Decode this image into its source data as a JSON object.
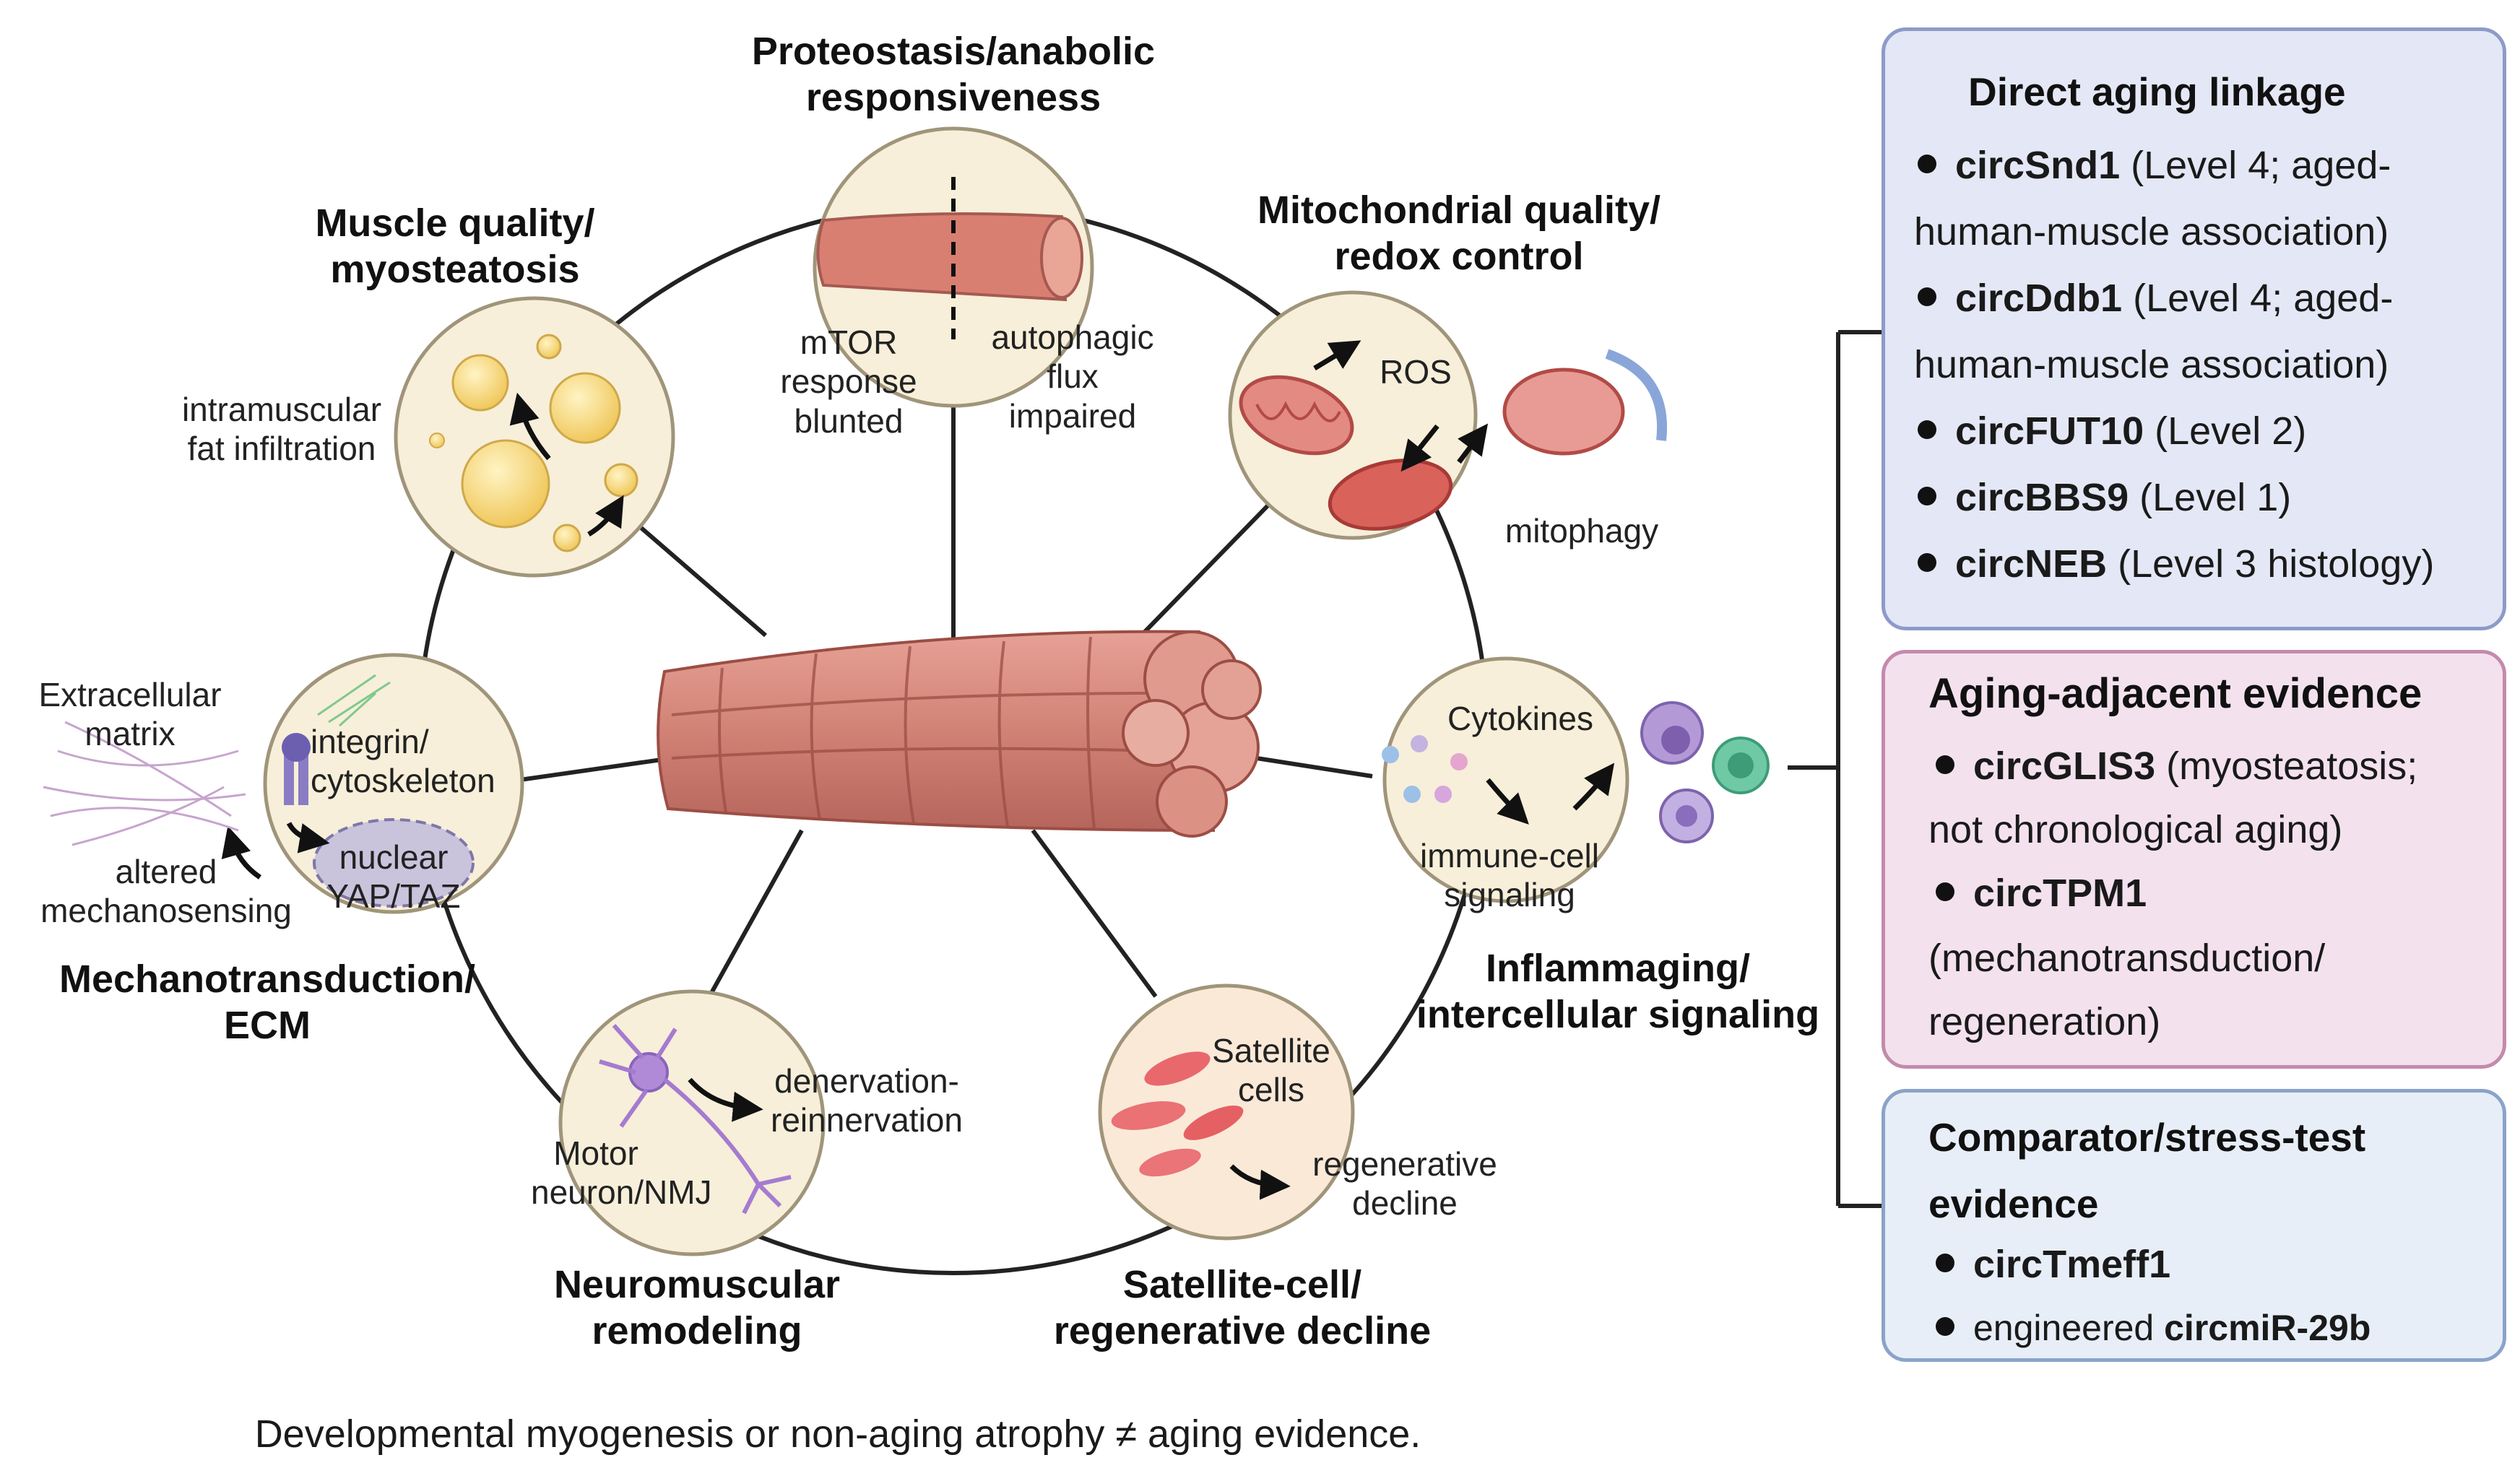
{
  "hub": {
    "nodes": [
      {
        "id": "proteostasis",
        "title": "Proteostasis/anabolic\nresponsiveness",
        "labels": [
          "mTOR\nresponse\nblunted",
          "autophagic\nflux\nimpaired"
        ]
      },
      {
        "id": "mito",
        "title": "Mitochondrial quality/\nredox control",
        "labels": [
          "ROS",
          "mitophagy"
        ]
      },
      {
        "id": "inflamm",
        "title": "Inflammaging/\nintercellular signaling",
        "labels": [
          "Cytokines",
          "immune-cell\nsignaling"
        ]
      },
      {
        "id": "satellite",
        "title": "Satellite-cell/\nregenerative decline",
        "labels": [
          "Satellite\ncells",
          "regenerative\ndecline"
        ]
      },
      {
        "id": "neuro",
        "title": "Neuromuscular\nremodeling",
        "labels": [
          "denervation-\nreinnervation",
          "Motor\nneuron/NMJ"
        ]
      },
      {
        "id": "mechano",
        "title": "Mechanotransduction/\nECM",
        "labels": [
          "Extracellular\nmatrix",
          "integrin/\ncytoskeleton",
          "nuclear\nYAP/TAZ",
          "altered\nmechanosensing"
        ]
      },
      {
        "id": "quality",
        "title": "Muscle quality/\nmyosteatosis",
        "labels": [
          "intramuscular\nfat infiltration"
        ]
      }
    ]
  },
  "boxes": [
    {
      "heading": "Direct aging linkage",
      "fill": "#e4e7f5",
      "stroke": "#8c9bc8",
      "items": [
        {
          "name": "circSnd1",
          "rest": " (Level 4; aged-",
          "cont": "human-muscle association)"
        },
        {
          "name": "circDdb1",
          "rest": " (Level 4; aged-",
          "cont": "human-muscle association)"
        },
        {
          "name": "circFUT10",
          "rest": " (Level 2)"
        },
        {
          "name": "circBBS9",
          "rest": " (Level 1)"
        },
        {
          "name": "circNEB",
          "rest": " (Level 3 histology)"
        }
      ]
    },
    {
      "heading": "Aging-adjacent evidence",
      "fill": "#f3e2ee",
      "stroke": "#c48aac",
      "items": [
        {
          "name": "circGLIS3",
          "rest": " (myosteatosis;",
          "cont": "not chronological aging)"
        },
        {
          "name": "circTPM1",
          "rest": "",
          "cont": "(mechanotransduction/",
          "cont2": "regeneration)"
        }
      ]
    },
    {
      "heading": "Comparator/stress-test",
      "heading2": "evidence",
      "fill": "#e7eef8",
      "stroke": "#8aa3c8",
      "items": [
        {
          "name": "circTmeff1",
          "rest": ""
        },
        {
          "pre": "engineered ",
          "name": "circmiR-29b",
          "rest": ""
        }
      ]
    }
  ],
  "footer": "Developmental myogenesis or non-aging atrophy ≠ aging evidence.",
  "colors": {
    "circle_fill": "#f7efd9",
    "circle_stroke": "#a0957a",
    "muscle": "#cf7f72",
    "muscle_dark": "#b0574e",
    "fat": "#f5d77a",
    "mito": "#d9625b",
    "cell_purple": "#9d7bc4",
    "cell_green": "#4fb38f"
  }
}
